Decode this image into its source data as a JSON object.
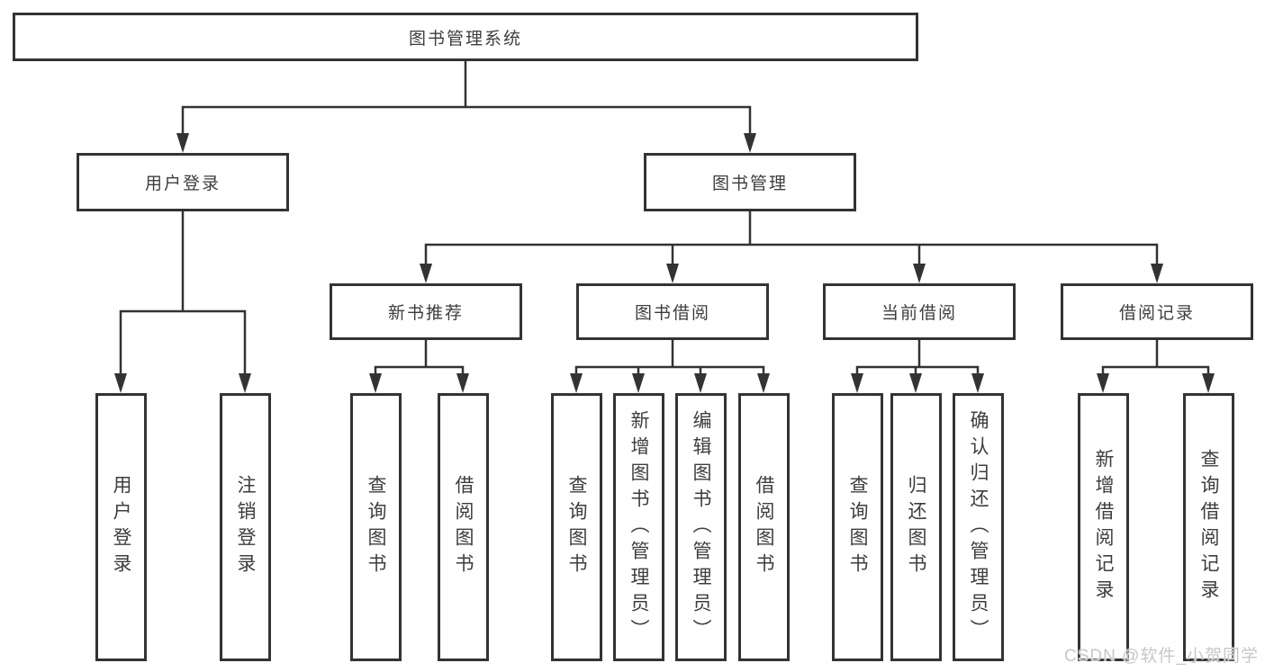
{
  "diagram": {
    "title": "图书管理系统",
    "level2": [
      {
        "label": "用户登录",
        "children": [
          {
            "label": "用户登录"
          },
          {
            "label": "注销登录"
          }
        ]
      },
      {
        "label": "图书管理",
        "children": [
          {
            "label": "新书推荐",
            "children": [
              {
                "label": "查询图书"
              },
              {
                "label": "借阅图书"
              }
            ]
          },
          {
            "label": "图书借阅",
            "children": [
              {
                "label": "查询图书"
              },
              {
                "label": "新增图书（管理员）"
              },
              {
                "label": "编辑图书（管理员）"
              },
              {
                "label": "借阅图书"
              }
            ]
          },
          {
            "label": "当前借阅",
            "children": [
              {
                "label": "查询图书"
              },
              {
                "label": "归还图书"
              },
              {
                "label": "确认归还（管理员）"
              }
            ]
          },
          {
            "label": "借阅记录",
            "children": [
              {
                "label": "新增借阅记录"
              },
              {
                "label": "查询借阅记录"
              }
            ]
          }
        ]
      }
    ]
  },
  "watermark": {
    "text": "CSDN @软件_小贺同学"
  },
  "colors": {
    "background": "#ffffff",
    "line": "#333333",
    "box_border": "#333333",
    "text": "#3d3d3d",
    "watermark": "#c7c7cc"
  }
}
